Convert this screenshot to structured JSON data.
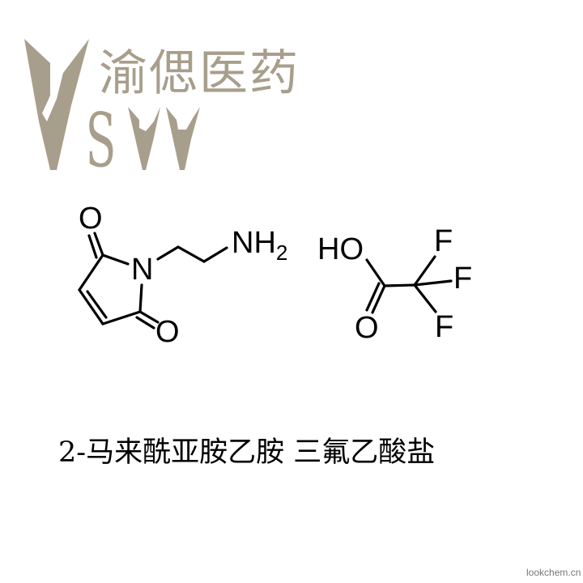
{
  "logo": {
    "company_name": "渝偲医药",
    "letters": "SVV",
    "color": "#a89e8c"
  },
  "structure": {
    "atoms": {
      "O_top": "O",
      "N": "N",
      "O_bottom": "O",
      "NH2": "NH",
      "NH2_sub": "2",
      "HO": "HO",
      "O_acid": "O",
      "F1": "F",
      "F2": "F",
      "F3": "F"
    }
  },
  "caption": "2-马来酰亚胺乙胺 三氟乙酸盐",
  "watermark": "lookchem.cn"
}
